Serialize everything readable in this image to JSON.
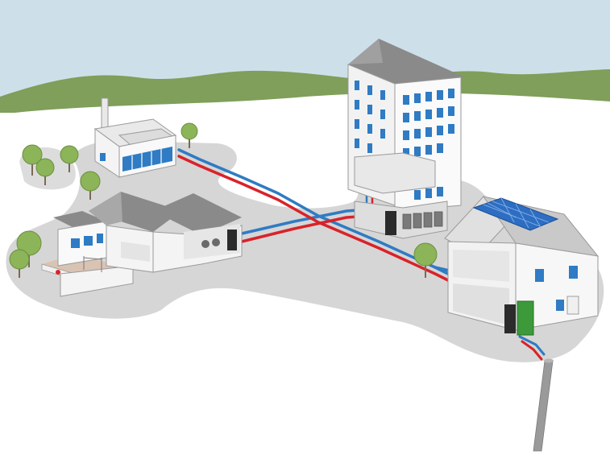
{
  "scene": {
    "type": "district-heating-network-illustration",
    "text_labels": [],
    "colors": {
      "sky": "#cde0ea",
      "hills": "#7f9f5a",
      "ground_pad": "#d6d6d6",
      "supply_pipe": "#d8232a",
      "return_pipe": "#2f7bc4",
      "window_blue": "#2f7bc4",
      "roof_gray": "#8a8a8a",
      "wall_white": "#f4f4f4",
      "storage_unit": "#2b2b2b",
      "heat_unit_green": "#3c9a3a",
      "solar_panel": "#2d6ec4",
      "tree": "#8cb458"
    },
    "objects": [
      {
        "name": "factory-building",
        "role": "heat-source"
      },
      {
        "name": "school-building",
        "role": "consumer"
      },
      {
        "name": "apartment-tower",
        "role": "consumer"
      },
      {
        "name": "single-family-house",
        "role": "consumer-with-solar"
      },
      {
        "name": "geothermal-borehole",
        "role": "heat-source"
      }
    ],
    "pipe_legend": {
      "supply": "red",
      "return": "blue"
    }
  }
}
